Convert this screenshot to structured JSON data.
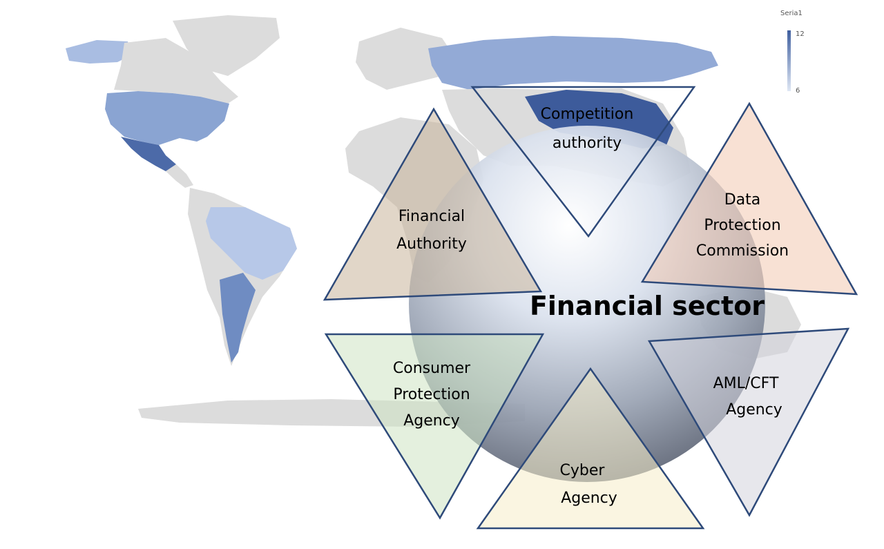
{
  "legend": {
    "title": "Seria1",
    "max": "12",
    "min": "6",
    "color_high": "#3f5f9f",
    "color_low": "#dfe7f4"
  },
  "map": {
    "land_color": "#dcdcdc",
    "country_shades": {
      "mexico": "#4c6aa8",
      "china": "#3d5b9b",
      "argentina": "#6f8cc2",
      "usa": "#8aa4d2",
      "russia": "#93aad6",
      "brazil": "#b7c8e8",
      "canada_alaska": "#a9bde2"
    }
  },
  "center": {
    "label": "Financial sector"
  },
  "agencies": {
    "competition": {
      "line1": "Competition",
      "line2": "authority",
      "fill": "none"
    },
    "financial": {
      "line1": "Financial",
      "line2": "Authority",
      "fill": "#c9b49a"
    },
    "data_protection": {
      "line1": "Data",
      "line2": "Protection",
      "line3": "Commission",
      "fill": "#f3c9b0"
    },
    "consumer": {
      "line1": "Consumer",
      "line2": "Protection",
      "line3": "Agency",
      "fill": "#cde3c2"
    },
    "aml": {
      "line1": "AML/CFT",
      "line2": "Agency",
      "fill": "#d4d4dc"
    },
    "cyber": {
      "line1": "Cyber",
      "line2": "Agency",
      "fill": "#f6ecc9"
    }
  },
  "style": {
    "outline_color": "#2e4a7a"
  }
}
